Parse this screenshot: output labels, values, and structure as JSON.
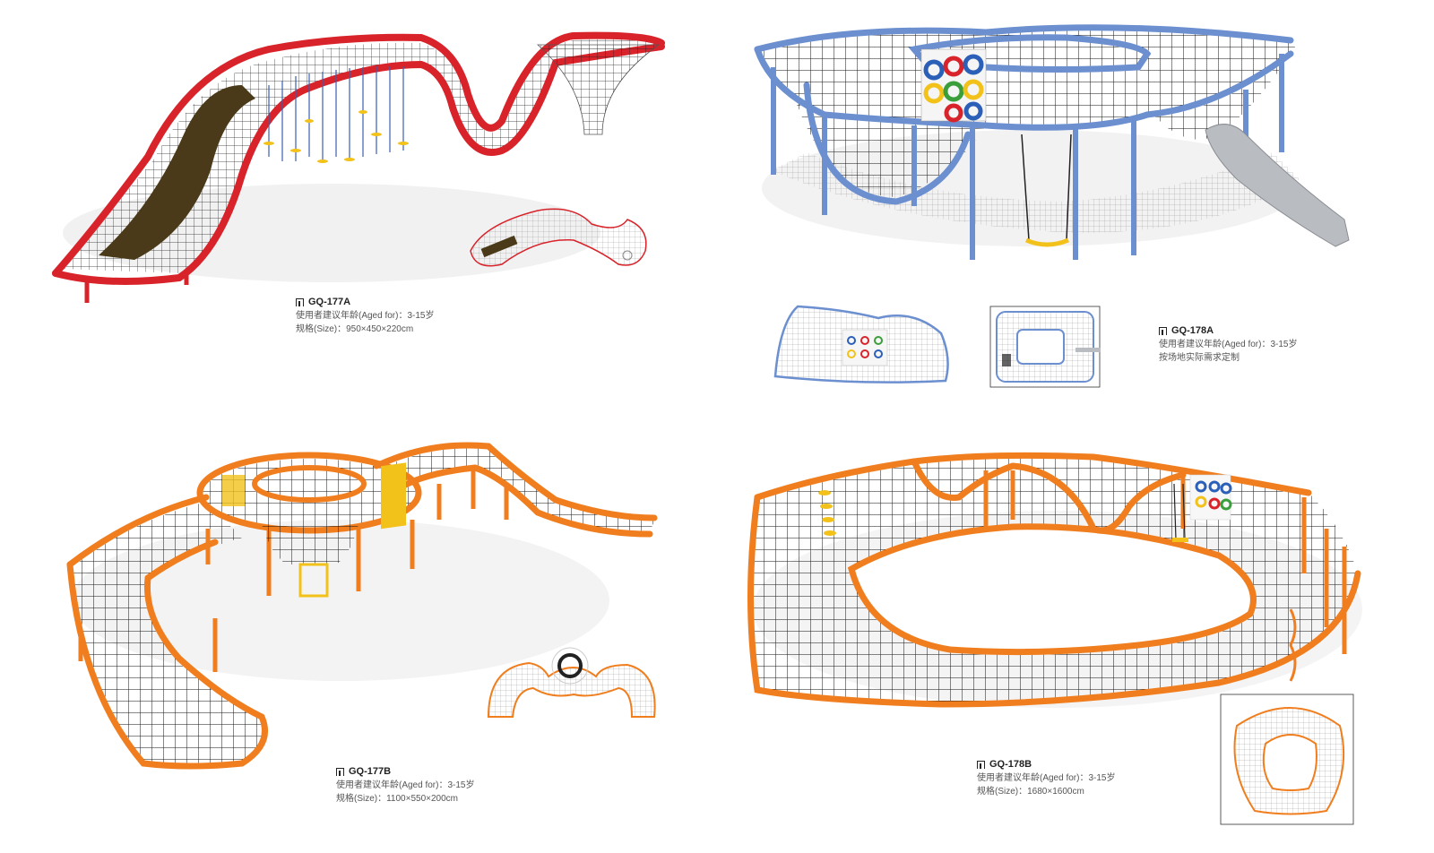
{
  "products": [
    {
      "code": "GQ-177A",
      "lines": [
        "使用者建议年龄(Aged for)：3-15岁",
        "规格(Size)：950×450×220cm"
      ],
      "frame_color": "#d8232a",
      "slide_color": "#4a3a1a"
    },
    {
      "code": "GQ-178A",
      "lines": [
        "使用者建议年龄(Aged for)：3-15岁",
        "按场地实际需求定制"
      ],
      "frame_color": "#6c8fd0",
      "slide_color": "#b9bcc1"
    },
    {
      "code": "GQ-177B",
      "lines": [
        "使用者建议年龄(Aged for)：3-15岁",
        "规格(Size)：1100×550×200cm"
      ],
      "frame_color": "#f07e1e",
      "slide_color": ""
    },
    {
      "code": "GQ-178B",
      "lines": [
        "使用者建议年龄(Aged for)：3-15岁",
        "规格(Size)：1680×1600cm"
      ],
      "frame_color": "#f07e1e",
      "slide_color": ""
    }
  ],
  "accents": {
    "net": "#1a1a1a",
    "yellow": "#f2c21b",
    "blue": "#2b5fb8"
  }
}
